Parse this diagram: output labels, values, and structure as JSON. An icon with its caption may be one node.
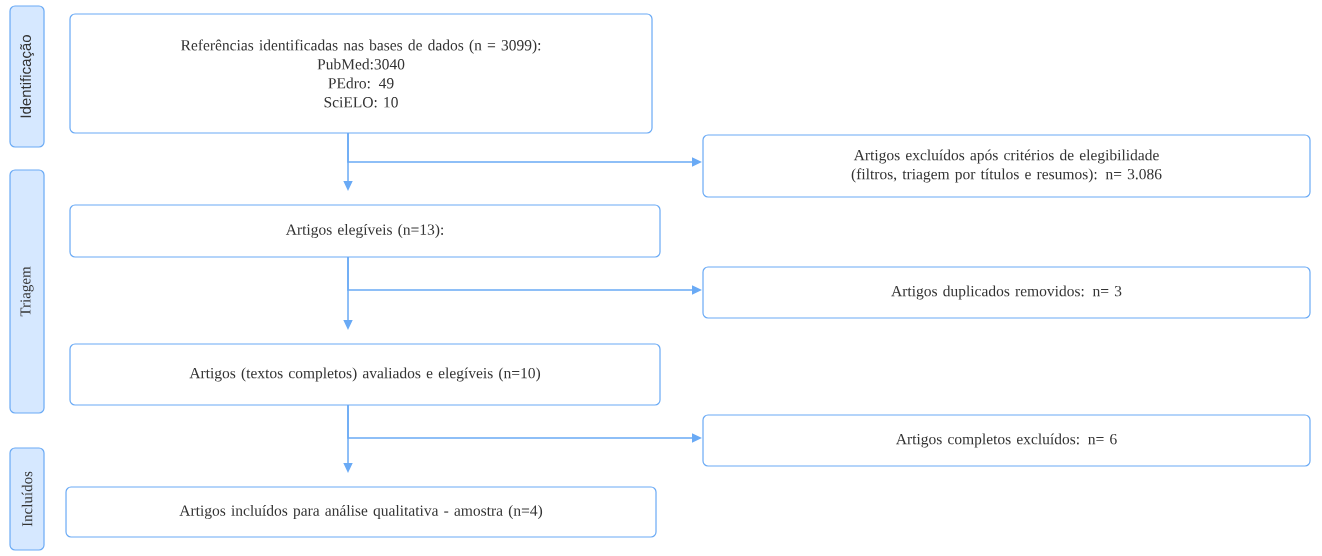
{
  "diagram": {
    "nodes": [
      {
        "text": [
          "Identificação"
        ]
      },
      {
        "text": [
          "Triagem"
        ]
      },
      {
        "text": [
          "Incluídos"
        ]
      },
      {
        "text": [
          "Referências identificadas nas bases de dados (n = 3099):",
          "PubMed:3040",
          "PEdro: 49",
          "SciELO: 10"
        ]
      },
      {
        "text": [
          "Artigos excluídos após critérios de elegibilidade (filtros, triagem por títulos e resumos): n= 3.086"
        ]
      },
      {
        "text": [
          "Artigos elegíveis (n=13):"
        ]
      },
      {
        "text": [
          "Artigos duplicados removidos: n= 3"
        ]
      },
      {
        "text": [
          "Artigos (textos completos) avaliados e elegíveis (n=10)"
        ]
      },
      {
        "text": [
          "Artigos completos excluídos: n= 6"
        ]
      },
      {
        "text": [
          "Artigos incluídos para análise qualitativa - amostra (n=4)"
        ]
      }
    ],
    "edges": [
      {
        "from": 3,
        "to": 5,
        "arrow": "to"
      },
      {
        "from": 3,
        "to": 4,
        "arrow": "to"
      },
      {
        "from": 5,
        "to": 7,
        "arrow": "to"
      },
      {
        "from": 5,
        "to": 6,
        "arrow": "to"
      },
      {
        "from": 7,
        "to": 9,
        "arrow": "to"
      },
      {
        "from": 7,
        "to": 8,
        "arrow": "to"
      }
    ]
  }
}
